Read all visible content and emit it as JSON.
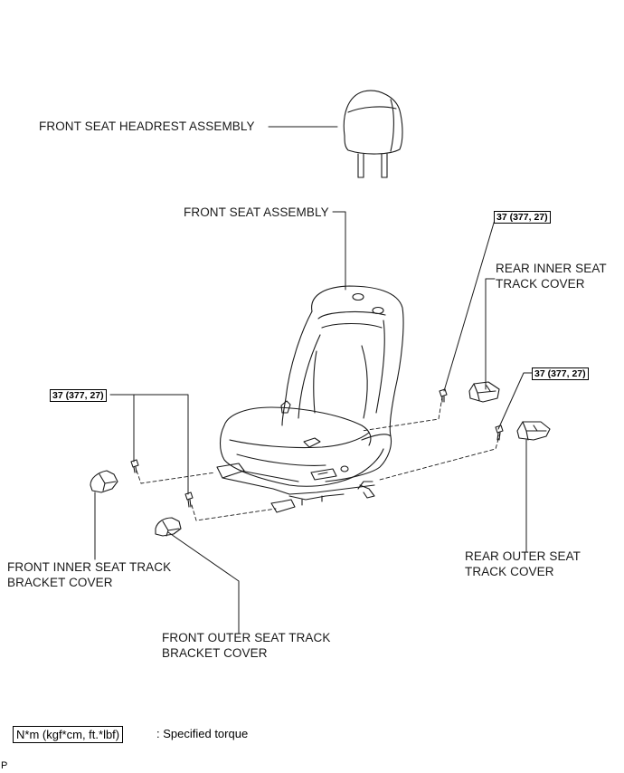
{
  "labels": {
    "headrest": "FRONT SEAT HEADREST ASSEMBLY",
    "seat_assembly": "FRONT SEAT ASSEMBLY",
    "rear_inner_l1": "REAR  INNER SEAT",
    "rear_inner_l2": "TRACK COVER",
    "front_inner_l1": "FRONT INNER SEAT TRACK",
    "front_inner_l2": "BRACKET COVER",
    "front_outer_l1": "FRONT OUTER SEAT TRACK",
    "front_outer_l2": "BRACKET COVER",
    "rear_outer_l1": "REAR OUTER SEAT",
    "rear_outer_l2": "TRACK COVER"
  },
  "torque": {
    "rear_inner": "37 (377, 27)",
    "rear_outer": "37 (377, 27)",
    "front": "37 (377, 27)"
  },
  "legend": {
    "units": "N*m (kgf*cm, ft.*lbf)",
    "text": ": Specified torque"
  },
  "corner_code": "P"
}
